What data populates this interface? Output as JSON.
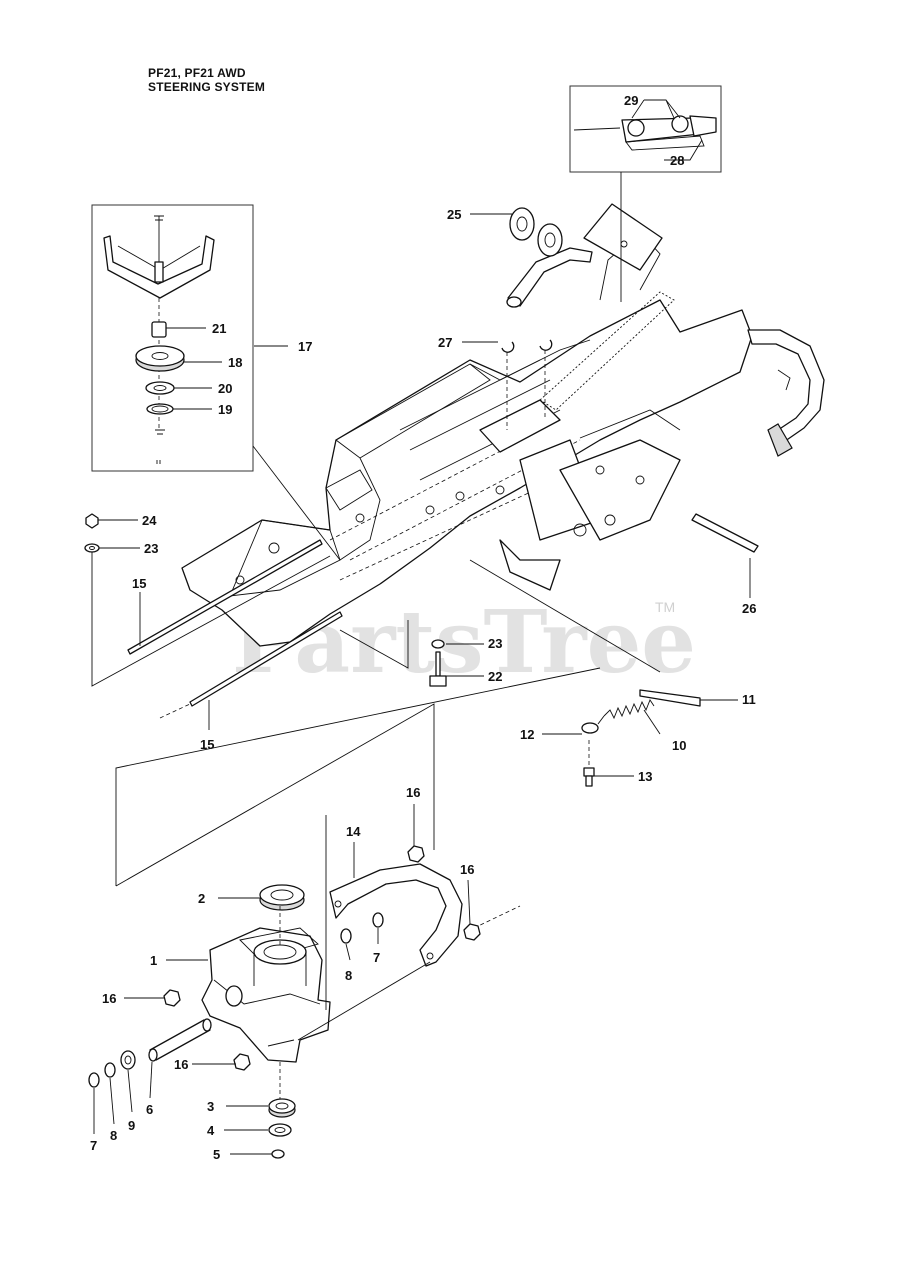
{
  "title": {
    "line1": "PF21, PF21 AWD",
    "line2": "STEERING SYSTEM"
  },
  "watermark": {
    "text": "PartsTree",
    "tm": "TM"
  },
  "callouts": {
    "c1": "1",
    "c2": "2",
    "c3": "3",
    "c4": "4",
    "c5": "5",
    "c6": "6",
    "c7a": "7",
    "c7b": "7",
    "c8a": "8",
    "c8b": "8",
    "c9": "9",
    "c10": "10",
    "c11": "11",
    "c12": "12",
    "c13": "13",
    "c14": "14",
    "c15a": "15",
    "c15b": "15",
    "c16a": "16",
    "c16b": "16",
    "c16c": "16",
    "c16d": "16",
    "c17": "17",
    "c18": "18",
    "c19": "19",
    "c20": "20",
    "c21": "21",
    "c22": "22",
    "c23a": "23",
    "c23b": "23",
    "c24": "24",
    "c25": "25",
    "c26": "26",
    "c27": "27",
    "c28": "28",
    "c29": "29"
  },
  "colors": {
    "line": "#111111",
    "watermark": "#e2e2e2",
    "background": "#ffffff"
  }
}
